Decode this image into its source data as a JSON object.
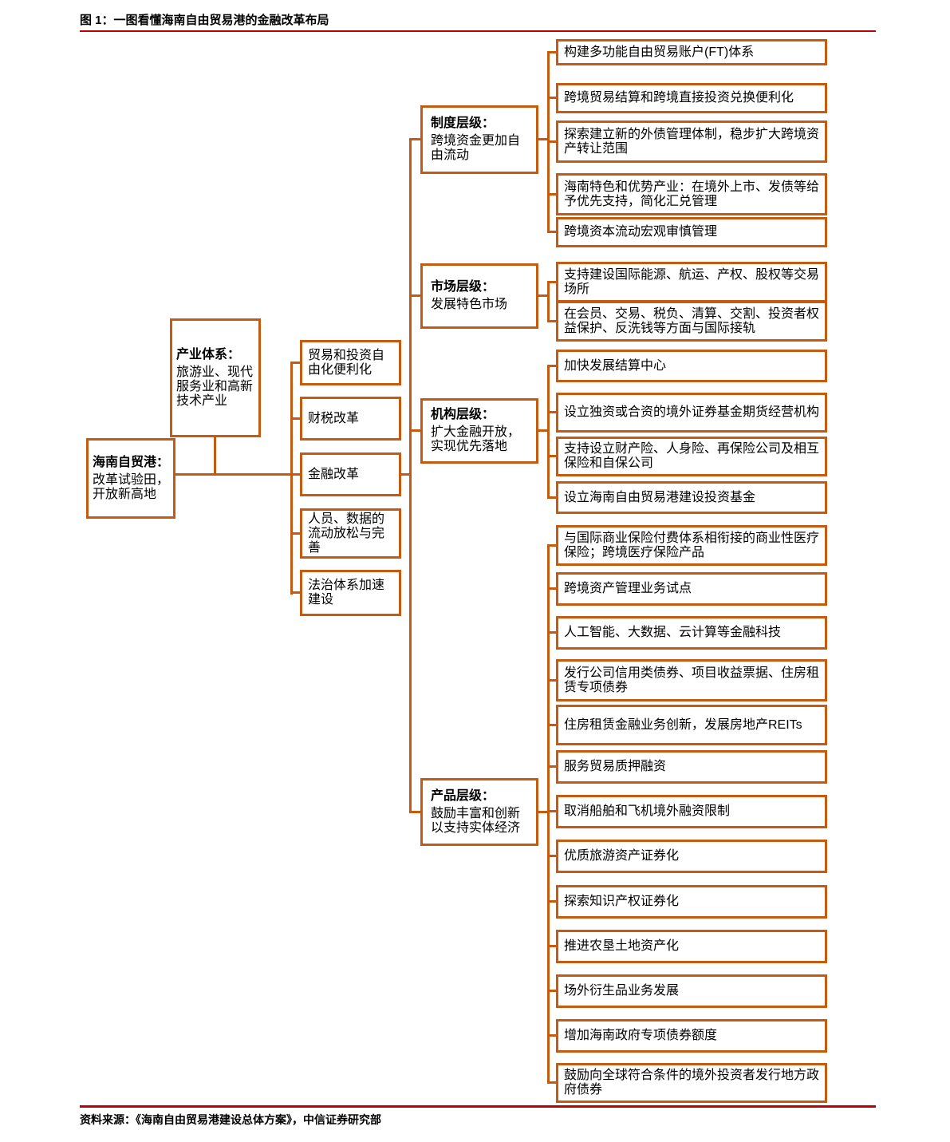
{
  "figure": {
    "title": "图 1：一图看懂海南自由贸易港的金融改革布局",
    "source": "资料来源：《海南自由贸易港建设总体方案》，中信证券研究部"
  },
  "colors": {
    "box_border": "#c55a11",
    "connector": "#c55a11",
    "rule_red": "#c00000",
    "text": "#000000",
    "background": "#ffffff"
  },
  "tree": {
    "root": {
      "header": "海南自贸港：",
      "body": "改革试验田，开放新高地"
    },
    "industry": {
      "header": "产业体系：",
      "body": "旅游业、现代服务业和高新技术产业"
    },
    "reforms": [
      "贸易和投资自由化便利化",
      "财税改革",
      "金融改革",
      "人员、数据的流动放松与完善",
      "法治体系加速建设"
    ],
    "levels": {
      "institution": {
        "header": "制度层级：",
        "body": "跨境资金更加自由流动"
      },
      "market": {
        "header": "市场层级：",
        "body": "发展特色市场"
      },
      "organization": {
        "header": "机构层级：",
        "body": "扩大金融开放，实现优先落地"
      },
      "product": {
        "header": "产品层级：",
        "body": "鼓励丰富和创新以支持实体经济"
      }
    },
    "measures": {
      "institution": [
        "构建多功能自由贸易账户(FT)体系",
        "跨境贸易结算和跨境直接投资兑换便利化",
        "探索建立新的外债管理体制，稳步扩大跨境资产转让范围",
        "海南特色和优势产业：在境外上市、发债等给予优先支持，简化汇兑管理",
        "跨境资本流动宏观审慎管理"
      ],
      "market": [
        "支持建设国际能源、航运、产权、股权等交易场所",
        "在会员、交易、税负、清算、交割、投资者权益保护、反洗钱等方面与国际接轨"
      ],
      "organization": [
        "加快发展结算中心",
        "设立独资或合资的境外证券基金期货经营机构",
        "支持设立财产险、人身险、再保险公司及相互保险和自保公司",
        "设立海南自由贸易港建设投资基金"
      ],
      "product": [
        "与国际商业保险付费体系相衔接的商业性医疗保险；跨境医疗保险产品",
        "跨境资产管理业务试点",
        "人工智能、大数据、云计算等金融科技",
        "发行公司信用类债券、项目收益票据、住房租赁专项债券",
        "住房租赁金融业务创新，发展房地产REITs",
        "服务贸易质押融资",
        "取消船舶和飞机境外融资限制",
        "优质旅游资产证券化",
        "探索知识产权证券化",
        "推进农垦土地资产化",
        "场外衍生品业务发展",
        "增加海南政府专项债券额度",
        "鼓励向全球符合条件的境外投资者发行地方政府债券"
      ]
    }
  }
}
